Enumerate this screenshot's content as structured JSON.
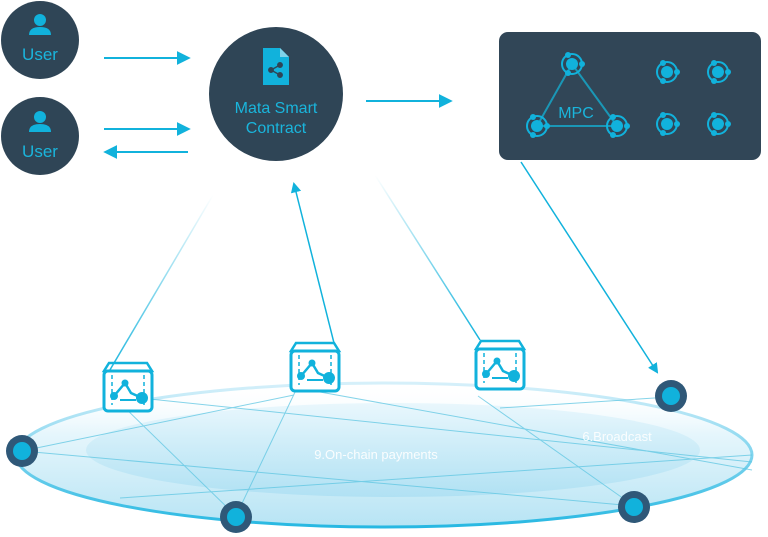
{
  "colors": {
    "dark": "#2f4556",
    "accent": "#11b2dc",
    "accent_light": "#7fd3ea",
    "node_ring": "#2f5878",
    "panel": "#314657"
  },
  "users": [
    {
      "label": "User",
      "icon": "user-icon"
    },
    {
      "label": "User",
      "icon": "user-icon"
    }
  ],
  "contract": {
    "line1": "Mata Smart",
    "line2": "Contract",
    "icon": "share-document-icon"
  },
  "mpc": {
    "label": "MPC",
    "icon": "network-node-icon"
  },
  "ellipse_labels": {
    "payments": "9.On-chain payments",
    "broadcast": "6.Broadcast"
  },
  "block_icon": "blockchain-box-icon"
}
